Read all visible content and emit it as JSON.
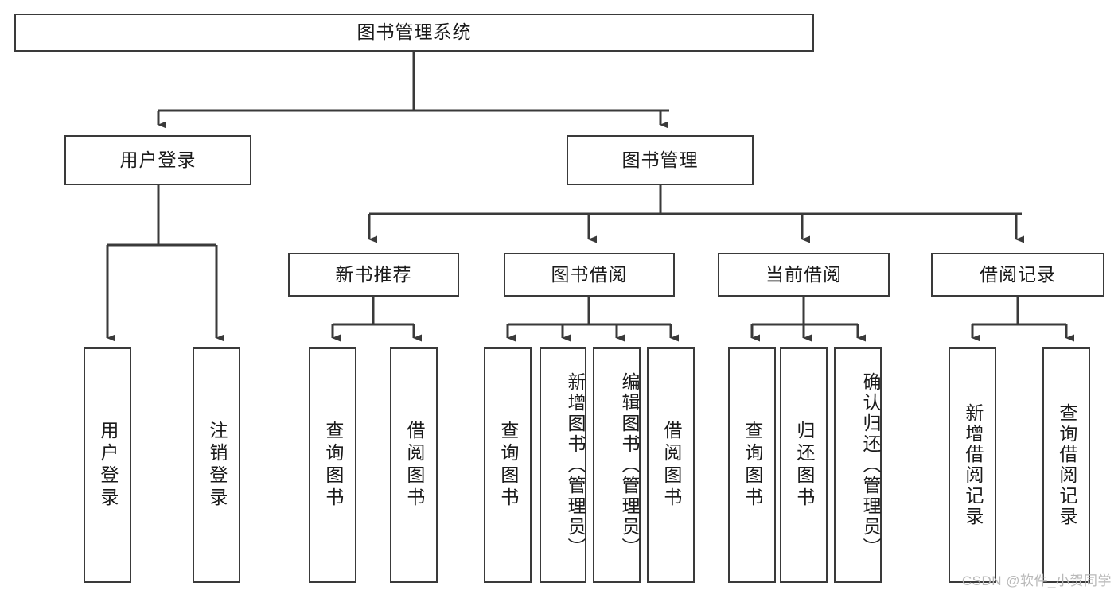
{
  "diagram": {
    "title": "图书管理系统",
    "watermark": "CSDN @软件_小贺同学",
    "line_color": "#3a3a3a",
    "text_color": "#1a1a1a",
    "background": "#ffffff",
    "root": {
      "label": "图书管理系统"
    },
    "level2": [
      {
        "label": "用户登录"
      },
      {
        "label": "图书管理"
      }
    ],
    "level3": [
      {
        "label": "新书推荐"
      },
      {
        "label": "图书借阅"
      },
      {
        "label": "当前借阅"
      },
      {
        "label": "借阅记录"
      }
    ],
    "leaves": {
      "user_login": [
        {
          "label": "用户登录"
        },
        {
          "label": "注销登录"
        }
      ],
      "new_book_recommend": [
        {
          "label": "查询图书"
        },
        {
          "label": "借阅图书"
        }
      ],
      "book_borrow": [
        {
          "label": "查询图书"
        },
        {
          "label": "新增图书（管理员）"
        },
        {
          "label": "编辑图书（管理员）"
        },
        {
          "label": "借阅图书"
        }
      ],
      "current_borrow": [
        {
          "label": "查询图书"
        },
        {
          "label": "归还图书"
        },
        {
          "label": "确认归还（管理员）"
        }
      ],
      "borrow_record": [
        {
          "label": "新增借阅记录"
        },
        {
          "label": "查询借阅记录"
        }
      ]
    }
  }
}
